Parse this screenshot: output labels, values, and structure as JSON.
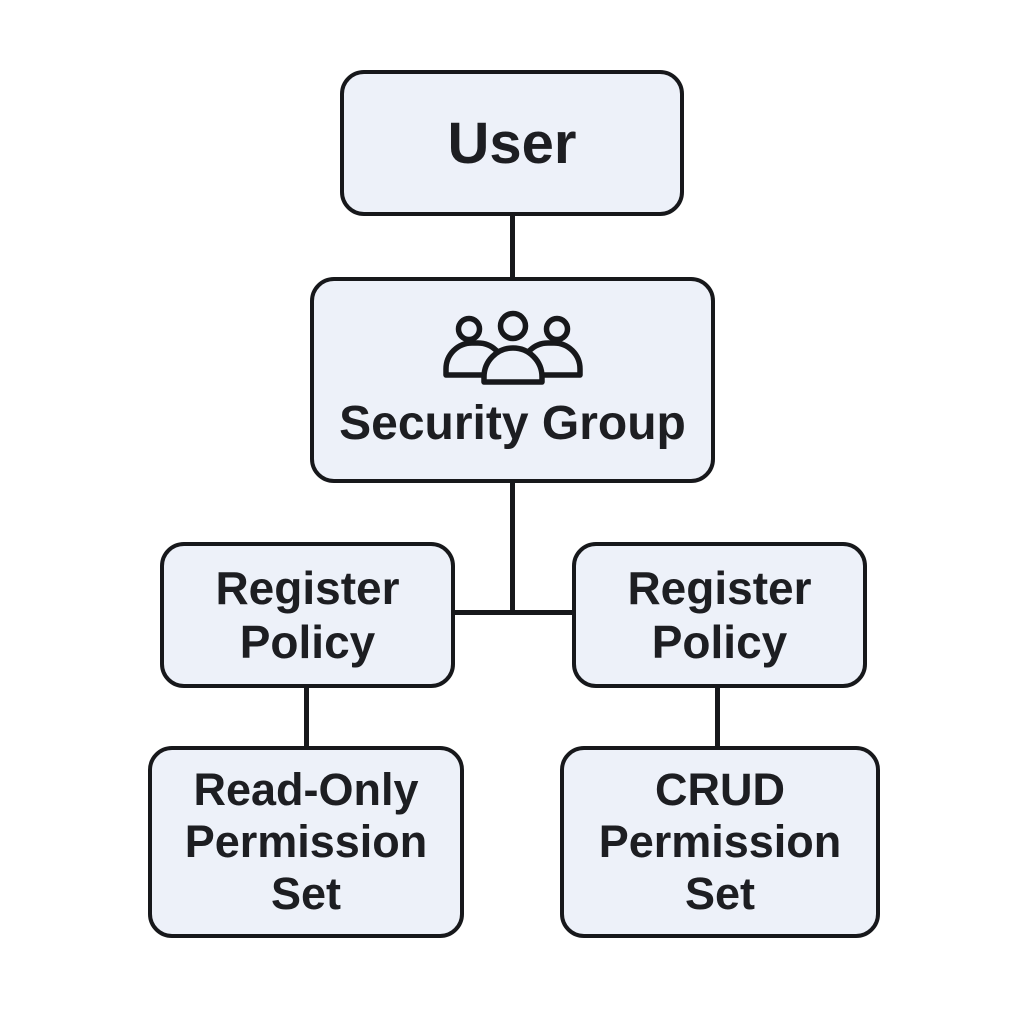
{
  "diagram": {
    "nodes": {
      "user": {
        "label": "User"
      },
      "security_group": {
        "label": "Security Group",
        "icon": "users-group-icon"
      },
      "register_policy_left": {
        "line1": "Register",
        "line2": "Policy"
      },
      "register_policy_right": {
        "line1": "Register",
        "line2": "Policy"
      },
      "readonly_permission_set": {
        "line1": "Read-Only",
        "line2": "Permission",
        "line3": "Set"
      },
      "crud_permission_set": {
        "line1": "CRUD",
        "line2": "Permission",
        "line3": "Set"
      }
    },
    "connectors": [
      "user to security_group",
      "security_group to horizontal junction",
      "horizontal junction between register policies",
      "register_policy_left to readonly_permission_set",
      "register_policy_right to crud_permission_set"
    ]
  },
  "colors": {
    "bg": "#ffffff",
    "node-fill": "#edf1f9",
    "node-border": "#17181b",
    "text": "#1d1e22",
    "connector": "#17181b"
  }
}
